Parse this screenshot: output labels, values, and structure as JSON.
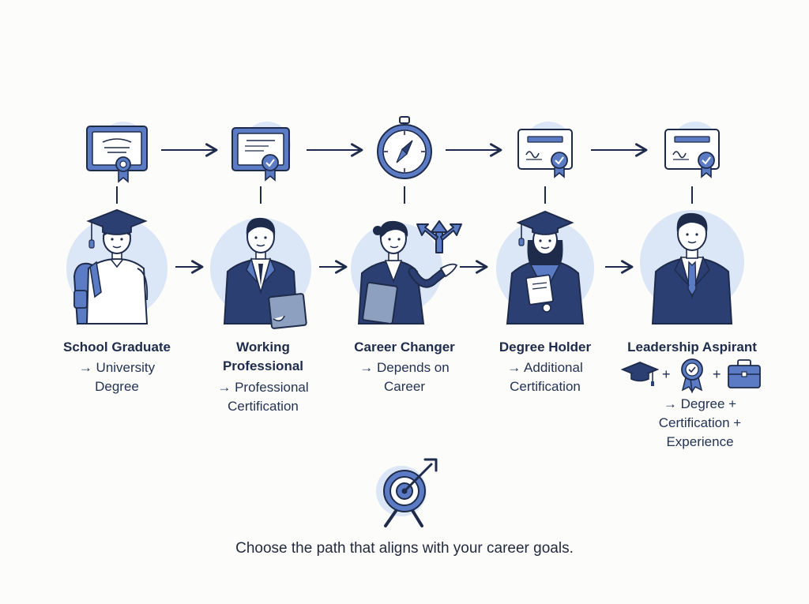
{
  "colors": {
    "navy": "#2b3f72",
    "blue": "#5b7cc4",
    "light_blue": "#dbe6f6",
    "line": "#1e2b4a"
  },
  "stages": [
    {
      "name": "School Graduate",
      "outcome": [
        "→ University",
        "Degree"
      ],
      "credential_icon": "certificate-icon",
      "person_icon": "graduate-student-icon"
    },
    {
      "name": "Working Professional",
      "name_lines": [
        "Working",
        "Professional"
      ],
      "outcome": [
        "→ Professional",
        "Certification"
      ],
      "credential_icon": "certificate-badge-icon",
      "person_icon": "professional-with-laptop-icon"
    },
    {
      "name": "Career Changer",
      "outcome": [
        "→ Depends on",
        "Career"
      ],
      "credential_icon": "compass-icon",
      "person_icon": "career-changer-with-direction-arrows-icon"
    },
    {
      "name": "Degree Holder",
      "outcome": [
        "→ Additional",
        "Certification"
      ],
      "credential_icon": "certificate-badge-icon",
      "person_icon": "graduate-in-gown-icon"
    },
    {
      "name": "Leadership Aspirant",
      "outcome": [
        "→ Degree +",
        "Certification +",
        "Experience"
      ],
      "credential_icon": "certificate-badge-icon",
      "person_icon": "executive-in-suit-icon"
    }
  ],
  "leadership_combo": {
    "icons": [
      "graduation-cap-icon",
      "award-ribbon-icon",
      "briefcase-icon"
    ],
    "plus": "+"
  },
  "footer": {
    "icon": "target-with-arrow-icon",
    "text": "Choose the path that aligns with your career goals."
  }
}
